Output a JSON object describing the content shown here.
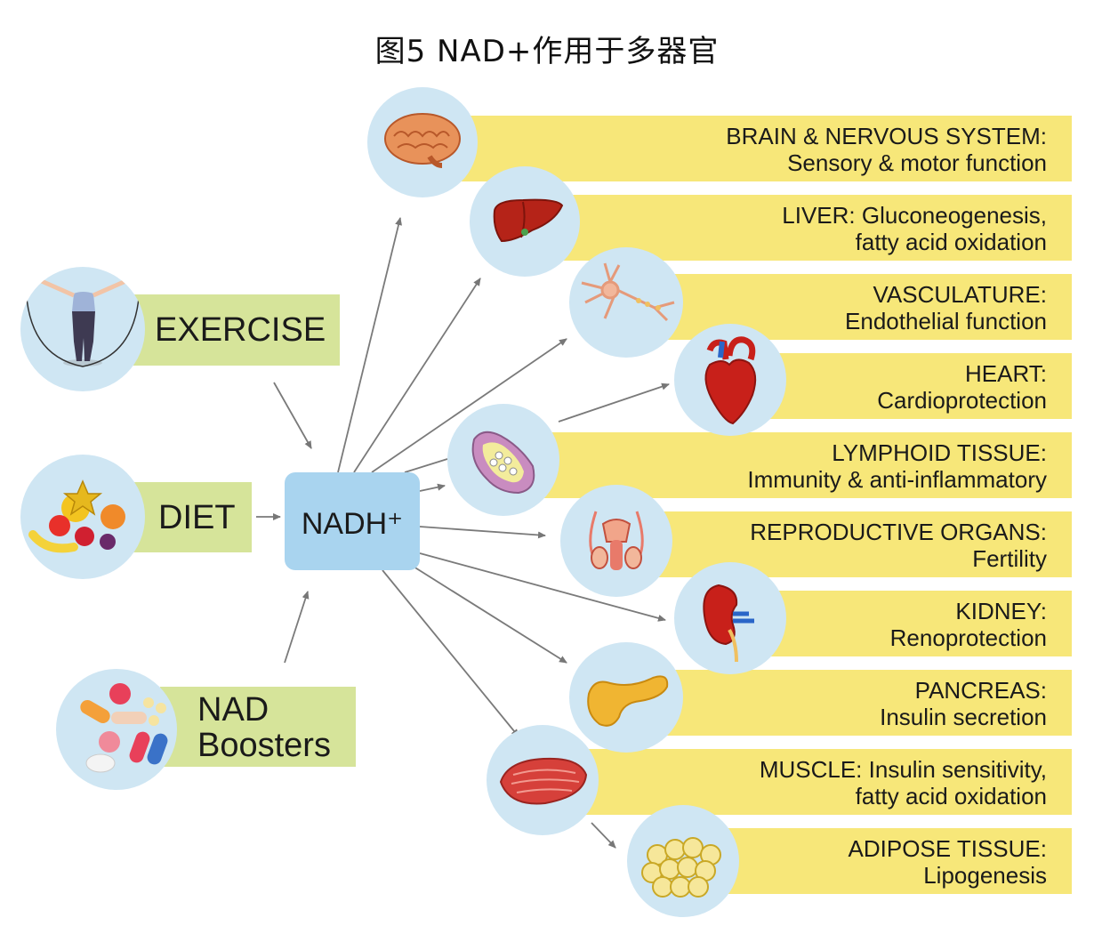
{
  "title": "图5 NAD+作用于多器官",
  "center": {
    "label": "NADH⁺"
  },
  "sources": [
    {
      "label": "EXERCISE",
      "icon": "woman-jump-rope-icon"
    },
    {
      "label": "DIET",
      "icon": "fruit-icon"
    },
    {
      "label": "NAD\nBoosters",
      "icon": "pills-icon"
    }
  ],
  "organs": [
    {
      "title": "BRAIN & NERVOUS SYSTEM:",
      "desc": "Sensory & motor function",
      "icon": "brain-icon"
    },
    {
      "title": "LIVER: Gluconeogenesis,",
      "desc": "fatty acid oxidation",
      "icon": "liver-icon"
    },
    {
      "title": "VASCULATURE:",
      "desc": "Endothelial function",
      "icon": "neuron-icon"
    },
    {
      "title": "HEART:",
      "desc": "Cardioprotection",
      "icon": "heart-icon"
    },
    {
      "title": "LYMPHOID TISSUE:",
      "desc": "Immunity & anti-inflammatory",
      "icon": "lymph-node-icon"
    },
    {
      "title": "REPRODUCTIVE ORGANS:",
      "desc": "Fertility",
      "icon": "reproductive-organs-icon"
    },
    {
      "title": "KIDNEY:",
      "desc": "Renoprotection",
      "icon": "kidney-icon"
    },
    {
      "title": "PANCREAS:",
      "desc": "Insulin secretion",
      "icon": "pancreas-icon"
    },
    {
      "title": "MUSCLE: Insulin sensitivity,",
      "desc": "fatty acid oxidation",
      "icon": "muscle-icon"
    },
    {
      "title": "ADIPOSE TISSUE:",
      "desc": "Lipogenesis",
      "icon": "adipose-tissue-icon"
    }
  ],
  "colors": {
    "organ_band": "#f7e779",
    "source_band": "#d6e49a",
    "circle": "#cfe6f3",
    "center": "#a9d4ef",
    "arrow": "#7a7a7a"
  }
}
